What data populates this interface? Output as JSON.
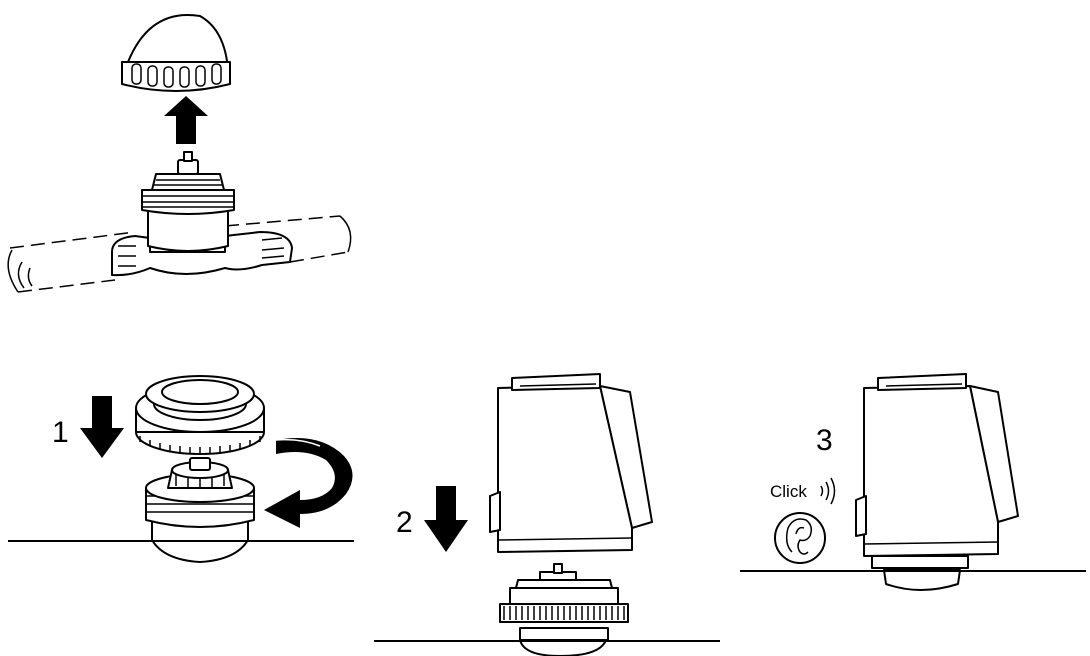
{
  "steps": [
    {
      "number": "1"
    },
    {
      "number": "2"
    },
    {
      "number": "3"
    }
  ],
  "click_label": "Click",
  "icons": {
    "up_arrow": "up-arrow",
    "down_arrow": "down-arrow",
    "rotate_arrow": "clockwise-rotate-arrow",
    "sound_waves": "sound-waves",
    "ear": "ear"
  }
}
